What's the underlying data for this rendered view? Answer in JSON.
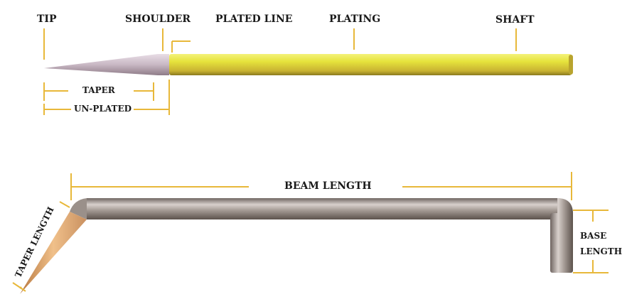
{
  "top_diagram": {
    "labels": {
      "tip": "TIP",
      "shoulder": "SHOULDER",
      "plated_line": "PLATED LINE",
      "plating": "PLATING",
      "shaft": "SHAFT",
      "taper": "TAPER",
      "un_plated": "UN-PLATED"
    }
  },
  "bottom_diagram": {
    "labels": {
      "beam_length": "BEAM LENGTH",
      "taper_length": "TAPER LENGTH",
      "base": "BASE",
      "length": "LENGTH"
    }
  },
  "colors": {
    "dimension_line": "#e8b83a",
    "plating": "#e6e33c",
    "unplated_metal": "#c9b8c4",
    "shaft_metal": "#9a8e88",
    "taper_tip": "#e0a870"
  }
}
